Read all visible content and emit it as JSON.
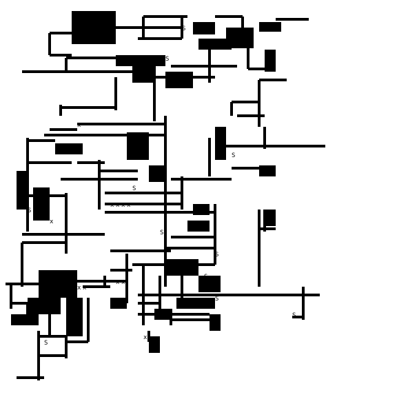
{
  "game": {
    "type": "ascii-roguelike-map",
    "colors": {
      "wall": "#000000",
      "floor": "#ffffff",
      "marker": "#000000"
    },
    "glyphs": {
      "marker": "S",
      "item": "x"
    }
  }
}
